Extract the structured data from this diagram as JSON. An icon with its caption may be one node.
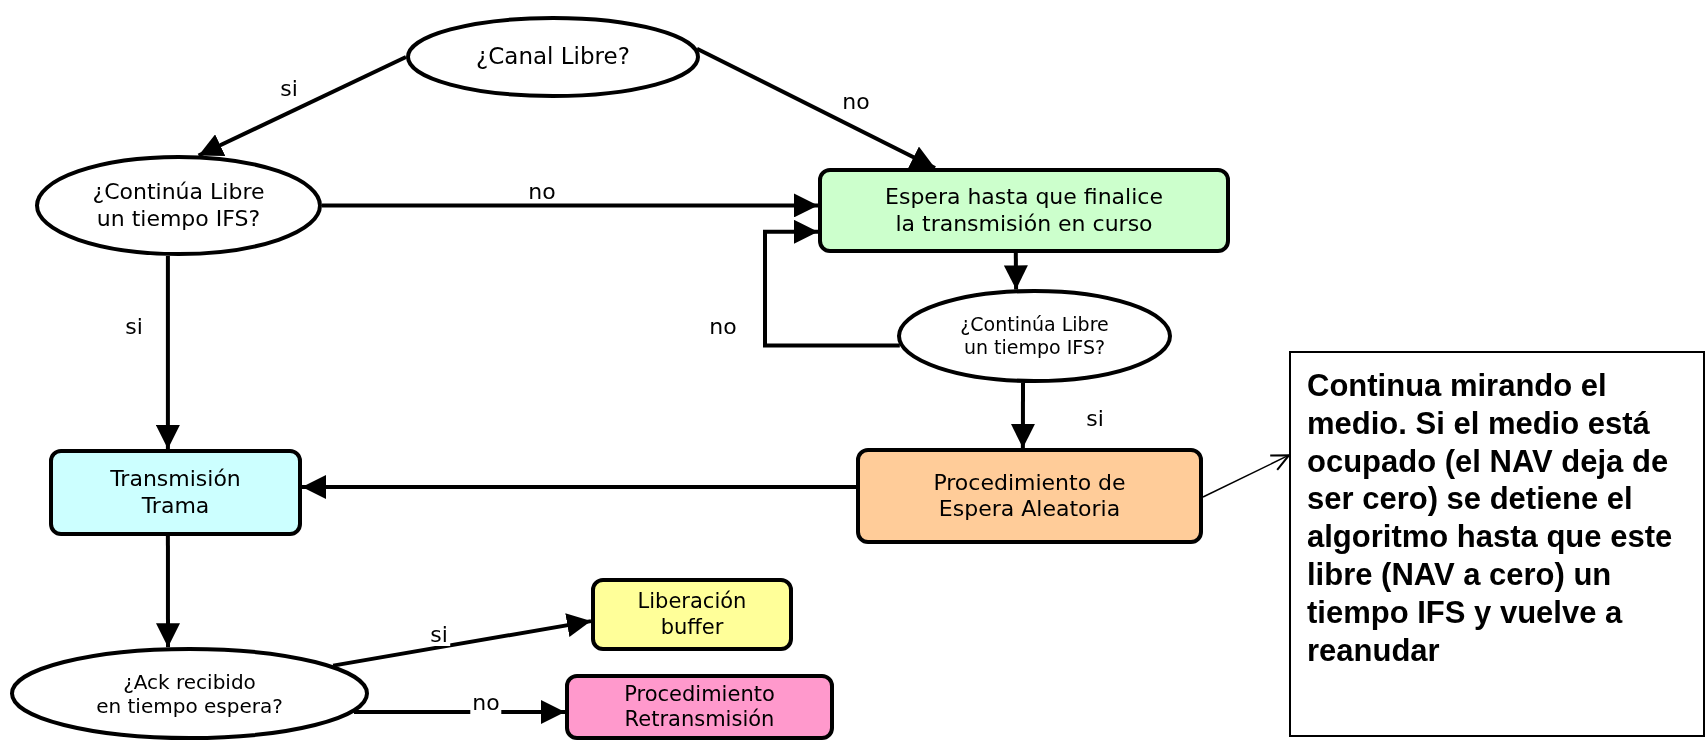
{
  "diagram": {
    "nodes": [
      {
        "text": [
          "¿Canal Libre?"
        ]
      },
      {
        "text": [
          "¿Continúa Libre un tiempo IFS?"
        ]
      },
      {
        "text": [
          "Espera hasta que finalice la transmisión en curso"
        ]
      },
      {
        "text": [
          "¿Continúa Libre un tiempo IFS?"
        ]
      },
      {
        "text": [
          "Transmisión Trama"
        ]
      },
      {
        "text": [
          "Procedimiento de Espera Aleatoria"
        ]
      },
      {
        "text": [
          "Continua mirando el medio. Si el medio está ocupado (el NAV deja de ser cero) se detiene el algoritmo hasta que este libre (NAV a cero) un tiempo IFS y vuelve a reanudar"
        ]
      },
      {
        "text": [
          "¿Ack recibido en tiempo espera?"
        ]
      },
      {
        "text": [
          "Liberación buffer"
        ]
      },
      {
        "text": [
          "Procedimiento Retransmisión"
        ]
      }
    ],
    "edges": [
      {
        "from": 0,
        "to": 1,
        "arrow": "to",
        "label": "si"
      },
      {
        "from": 0,
        "to": 2,
        "arrow": "to",
        "label": "no"
      },
      {
        "from": 1,
        "to": 2,
        "arrow": "to",
        "label": "no"
      },
      {
        "from": 3,
        "to": 2,
        "arrow": "to",
        "label": "no"
      },
      {
        "from": 2,
        "to": 3,
        "arrow": "to"
      },
      {
        "from": 3,
        "to": 5,
        "arrow": "to",
        "label": "si"
      },
      {
        "from": 5,
        "to": 4,
        "arrow": "to"
      },
      {
        "from": 1,
        "to": 4,
        "arrow": "to",
        "label": "si"
      },
      {
        "from": 4,
        "to": 7,
        "arrow": "to"
      },
      {
        "from": 7,
        "to": 8,
        "arrow": "to",
        "label": "si"
      },
      {
        "from": 7,
        "to": 9,
        "arrow": "to",
        "label": "no"
      },
      {
        "from": 5,
        "to": 6,
        "arrow": "to"
      }
    ]
  }
}
